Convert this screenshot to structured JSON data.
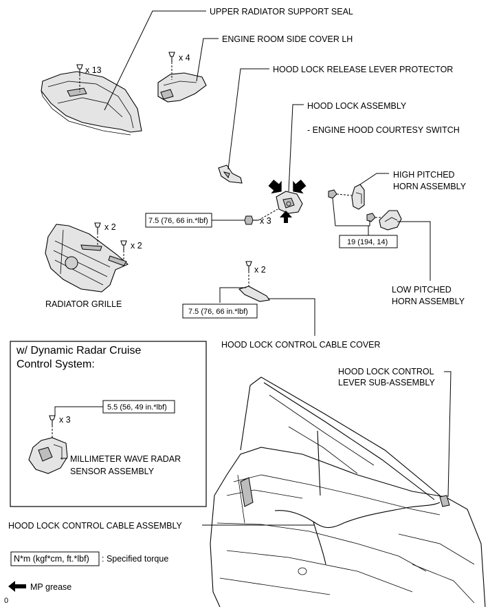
{
  "labels": {
    "upper_radiator_support_seal": "UPPER RADIATOR SUPPORT SEAL",
    "engine_room_side_cover_lh": "ENGINE ROOM SIDE COVER LH",
    "hood_lock_release_lever_protector": "HOOD LOCK RELEASE LEVER PROTECTOR",
    "hood_lock_assembly": "HOOD LOCK ASSEMBLY",
    "engine_hood_courtesy_switch": "- ENGINE HOOD COURTESY SWITCH",
    "high_pitched_horn_line1": "HIGH PITCHED",
    "high_pitched_horn_line2": "HORN ASSEMBLY",
    "low_pitched_horn_line1": "LOW PITCHED",
    "low_pitched_horn_line2": "HORN ASSEMBLY",
    "radiator_grille": "RADIATOR GRILLE",
    "hood_lock_control_cable_cover": "HOOD LOCK CONTROL CABLE COVER",
    "hood_lock_control_lever_line1": "HOOD LOCK CONTROL",
    "hood_lock_control_lever_line2": "LEVER SUB-ASSEMBLY",
    "hood_lock_control_cable_assembly": "HOOD LOCK CONTROL CABLE ASSEMBLY",
    "radar_sensor_line1": "MILLIMETER WAVE RADAR",
    "radar_sensor_line2": "SENSOR ASSEMBLY"
  },
  "quantities": {
    "seal_clips": "x 13",
    "side_cover_clips": "x 4",
    "hood_lock_bolts": "x 3",
    "grille_clips_a": "x 2",
    "grille_clips_b": "x 2",
    "cable_cover_bolts": "x 2",
    "radar_bolts": "x 3"
  },
  "torques": {
    "hood_lock": "7.5 (76, 66 in.*lbf)",
    "horn": "19 (194, 14)",
    "cable_cover": "7.5 (76, 66 in.*lbf)",
    "radar": "5.5 (56, 49 in.*lbf)"
  },
  "inset": {
    "title_line1": "w/ Dynamic Radar Cruise",
    "title_line2": "Control System:"
  },
  "legend": {
    "torque_units": "N*m (kgf*cm, ft.*lbf)",
    "torque_desc": ": Specified torque",
    "grease": "MP grease",
    "corner_mark": "0"
  }
}
